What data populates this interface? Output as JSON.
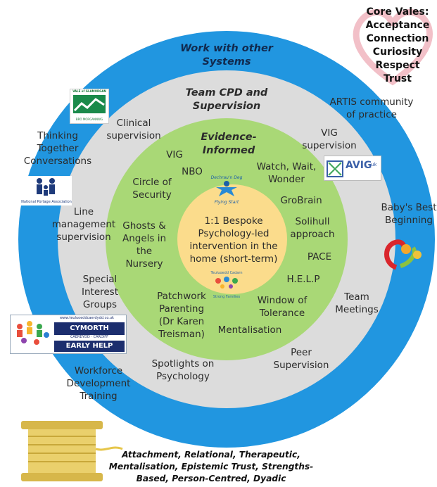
{
  "core_values": {
    "lines": [
      "Core Vales:",
      "Acceptance",
      "Connection",
      "Curiosity",
      "Respect",
      "Trust"
    ]
  },
  "rings": {
    "outer_title": [
      "Work with other",
      "Systems"
    ],
    "middle_title": [
      "Team CPD and",
      "Supervision"
    ],
    "inner_title": [
      "Evidence-",
      "Informed"
    ],
    "center_text": [
      "1:1 Bespoke",
      "Psychology-led",
      "intervention in the",
      "home (short-term)"
    ]
  },
  "outer_items": {
    "thinking_together": [
      "Thinking",
      "Together",
      "Conversations"
    ],
    "artis": [
      "ARTIS community",
      "of practice"
    ],
    "babys_best": [
      "Baby's Best",
      "Beginning"
    ],
    "workforce": [
      "Workforce",
      "Development",
      "Training"
    ]
  },
  "middle_items": {
    "clinical": [
      "Clinical",
      "supervision"
    ],
    "vig_supervision": [
      "VIG",
      "supervision"
    ],
    "line_management": [
      "Line",
      "management",
      "supervision"
    ],
    "special_interest": [
      "Special",
      "Interest",
      "Groups"
    ],
    "team_meetings": [
      "Team",
      "Meetings"
    ],
    "peer_supervision": [
      "Peer",
      "Supervision"
    ],
    "spotlights": [
      "Spotlights on",
      "Psychology"
    ]
  },
  "inner_items": {
    "vig": "VIG",
    "nbo": "NBO",
    "circle": [
      "Circle of",
      "Security"
    ],
    "wait": [
      "Watch, Wait,",
      "Wonder"
    ],
    "grobrain": "GroBrain",
    "solihull": [
      "Solihull",
      "approach"
    ],
    "ghosts": [
      "Ghosts &",
      "Angels in",
      "the",
      "Nursery"
    ],
    "pace": "PACE",
    "help": "H.E.L.P",
    "window": [
      "Window of",
      "Tolerance"
    ],
    "patchwork": [
      "Patchwork",
      "Parenting",
      "(Dr Karen",
      "Treisman)"
    ],
    "mentalisation": "Mentalisation"
  },
  "logos": {
    "vale": [
      "VALE of GLAMORGAN",
      "BRO MORGANNWG"
    ],
    "npa": [
      "National Portage Association"
    ],
    "aimh": [
      "AVIG",
      "uk"
    ],
    "cymorth": [
      "www.teuluoeddcaerdydd.co.uk",
      "CYMORTH CYNNAR",
      "CAERDYDD · CARDIFF",
      "EARLY HELP"
    ],
    "dechrau": [
      "Dechrau'n Deg",
      "Flying Start"
    ],
    "teuluoedd": [
      "Teuluoedd Cadarn",
      "Strong Families"
    ]
  },
  "approaches": [
    "Attachment, Relational, Therapeutic,",
    "Mentalisation, Epistemic Trust, Strengths-",
    "Based, Person-Centred, Dyadic"
  ],
  "colors": {
    "outer_ring": "#2196e0",
    "middle_ring": "#dcdcdc",
    "inner_ring": "#a9d876",
    "center": "#fbdc8c",
    "outer_title": "#112a4f",
    "heart": "#f2c0c8",
    "spool": "#e9d066"
  }
}
